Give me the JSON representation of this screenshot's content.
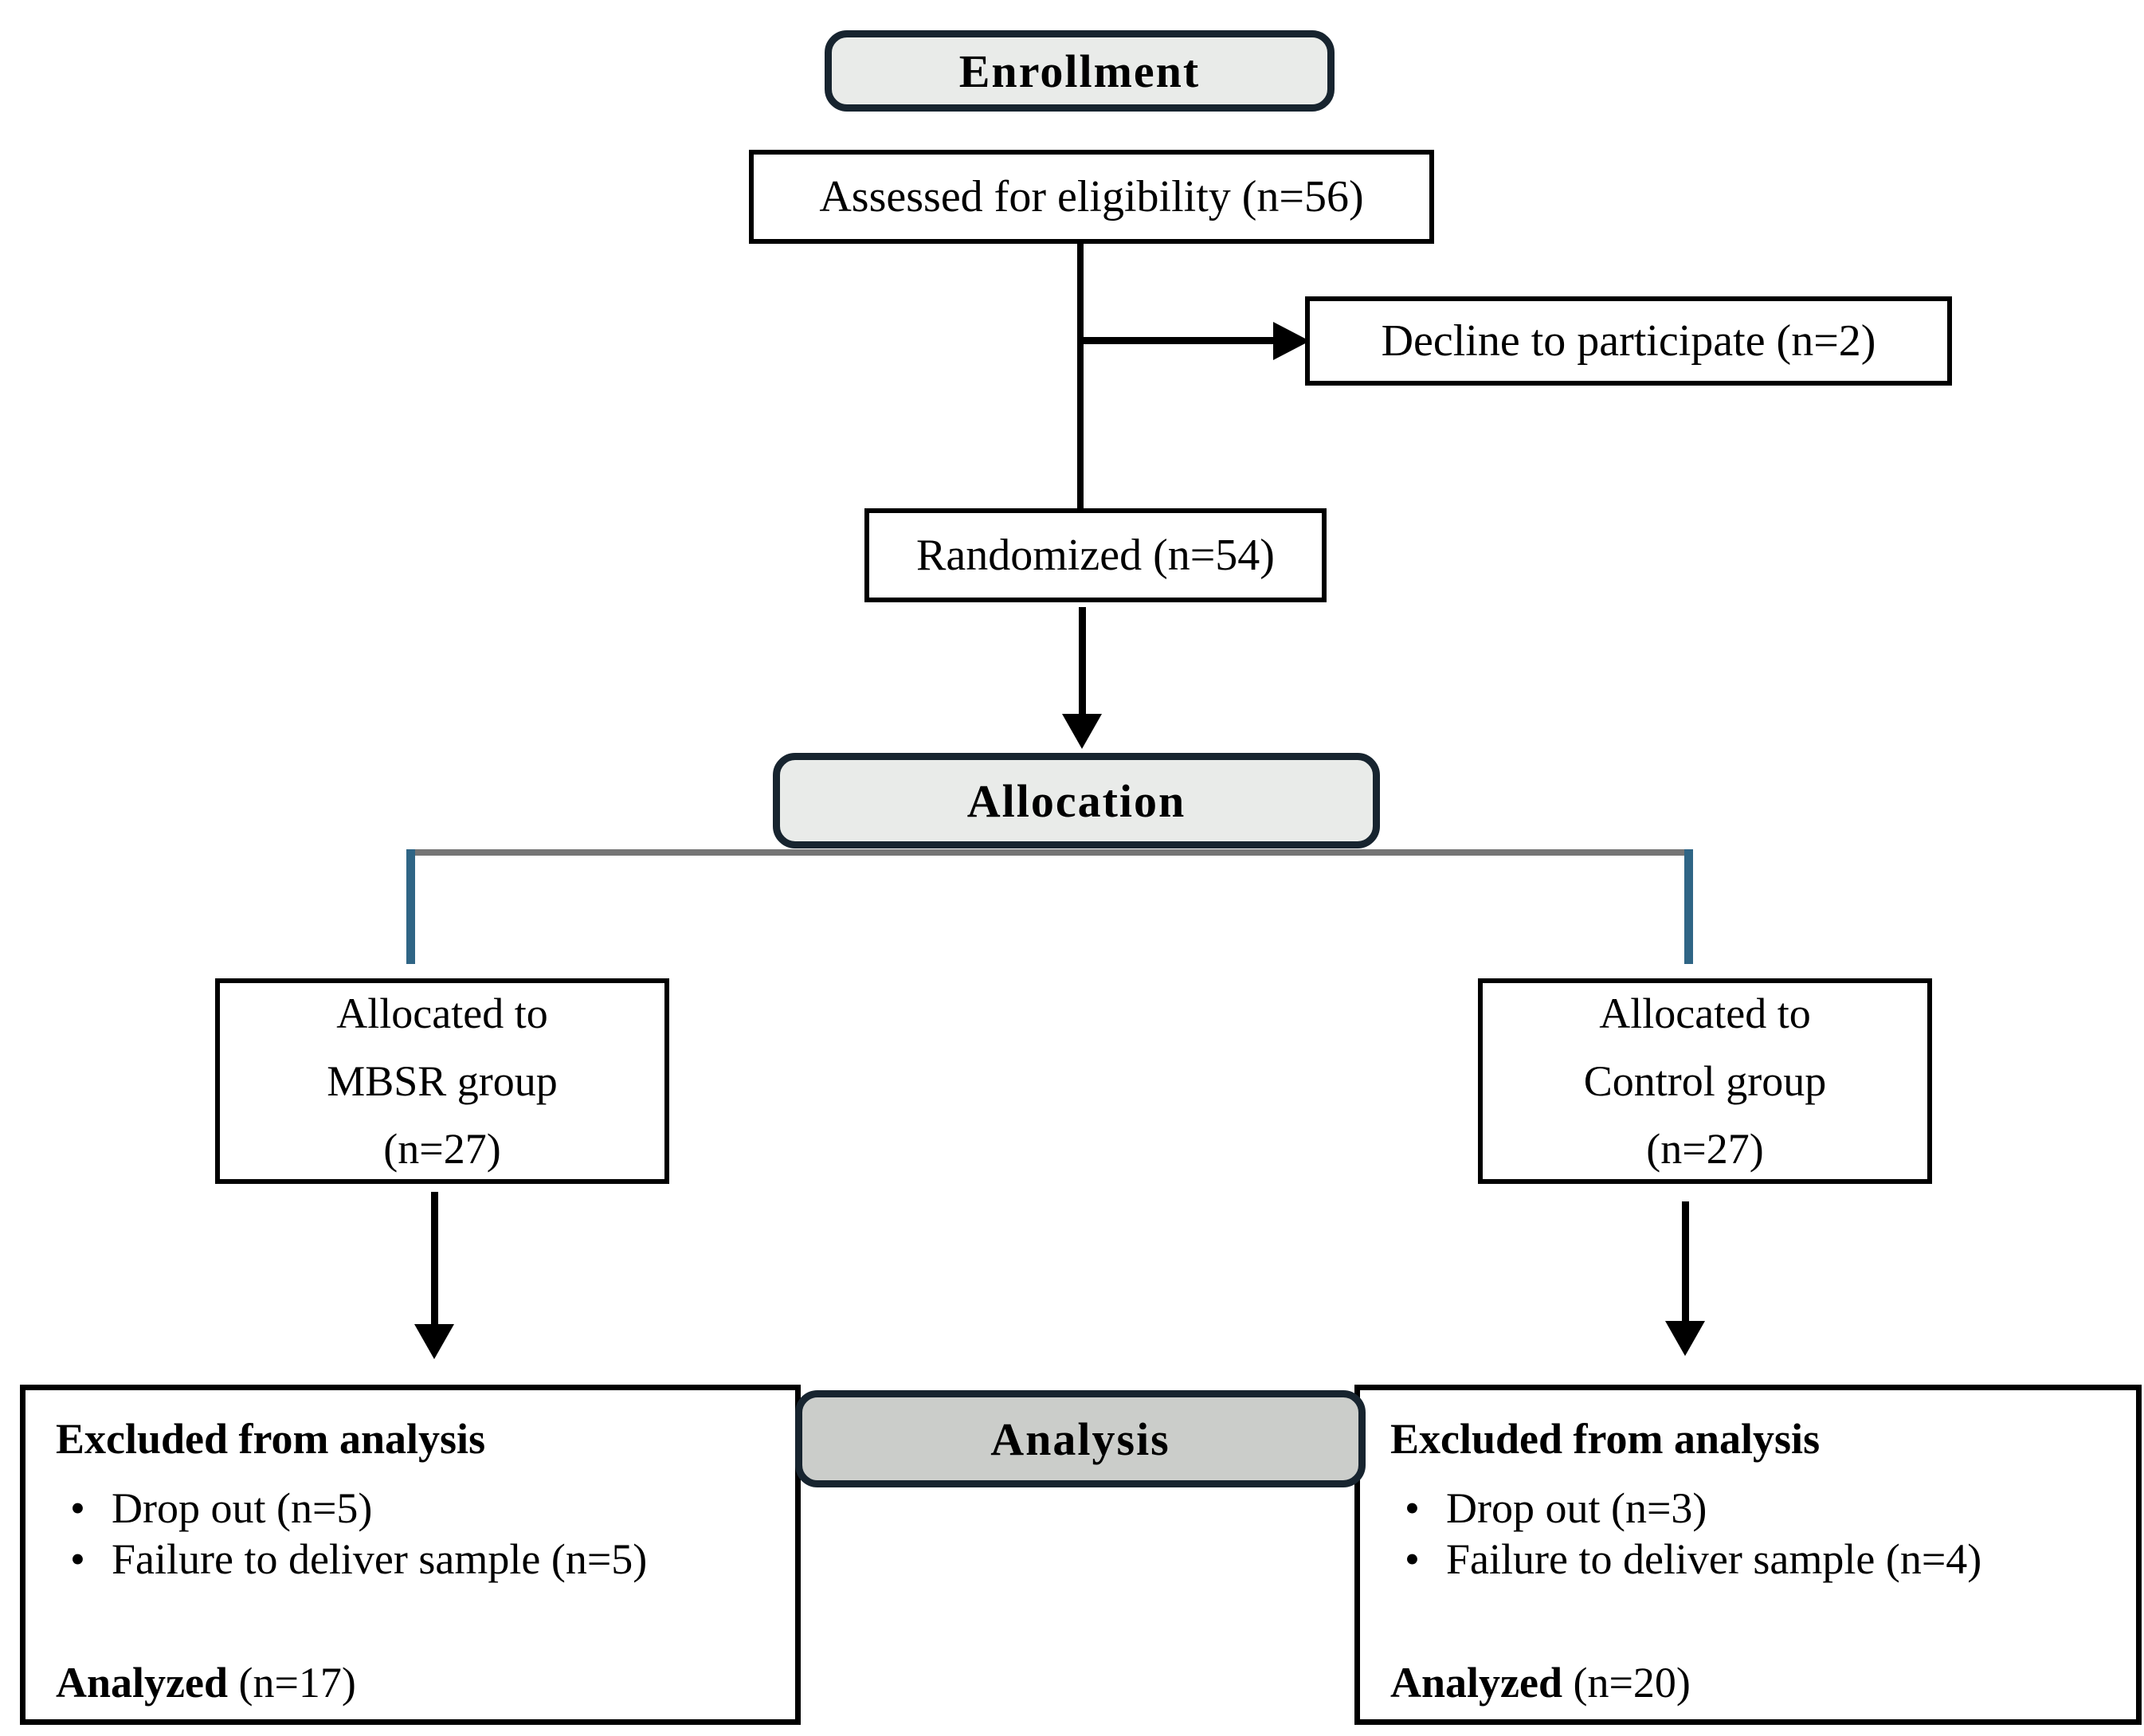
{
  "diagram": {
    "stage_labels": {
      "enrollment": "Enrollment",
      "allocation": "Allocation",
      "analysis": "Analysis"
    },
    "boxes": {
      "assessed": "Assessed for eligibility (n=56)",
      "declined": "Decline to participate (n=2)",
      "randomized": "Randomized (n=54)",
      "mbsr": {
        "lines": [
          "Allocated to",
          "MBSR group",
          "(n=27)"
        ]
      },
      "control": {
        "lines": [
          "Allocated to",
          "Control group",
          "(n=27)"
        ]
      },
      "excluded_mbsr": {
        "title": "Excluded from analysis",
        "bullets": [
          "Drop out (n=5)",
          "Failure to deliver sample (n=5)"
        ],
        "analyzed_label": "Analyzed",
        "analyzed_value": "(n=17)"
      },
      "excluded_control": {
        "title": "Excluded from analysis",
        "bullets": [
          "Drop out (n=3)",
          "Failure to deliver sample (n=4)"
        ],
        "analyzed_label": "Analyzed",
        "analyzed_value": "(n=20)"
      }
    },
    "colors": {
      "stage_fill_light": "#e9ebe9",
      "stage_fill_dark": "#cbcdca",
      "stage_border": "#17242f",
      "node_border": "#000000",
      "connector_gray": "#757575",
      "connector_teal": "#2f6585",
      "arrow": "#000000"
    }
  }
}
